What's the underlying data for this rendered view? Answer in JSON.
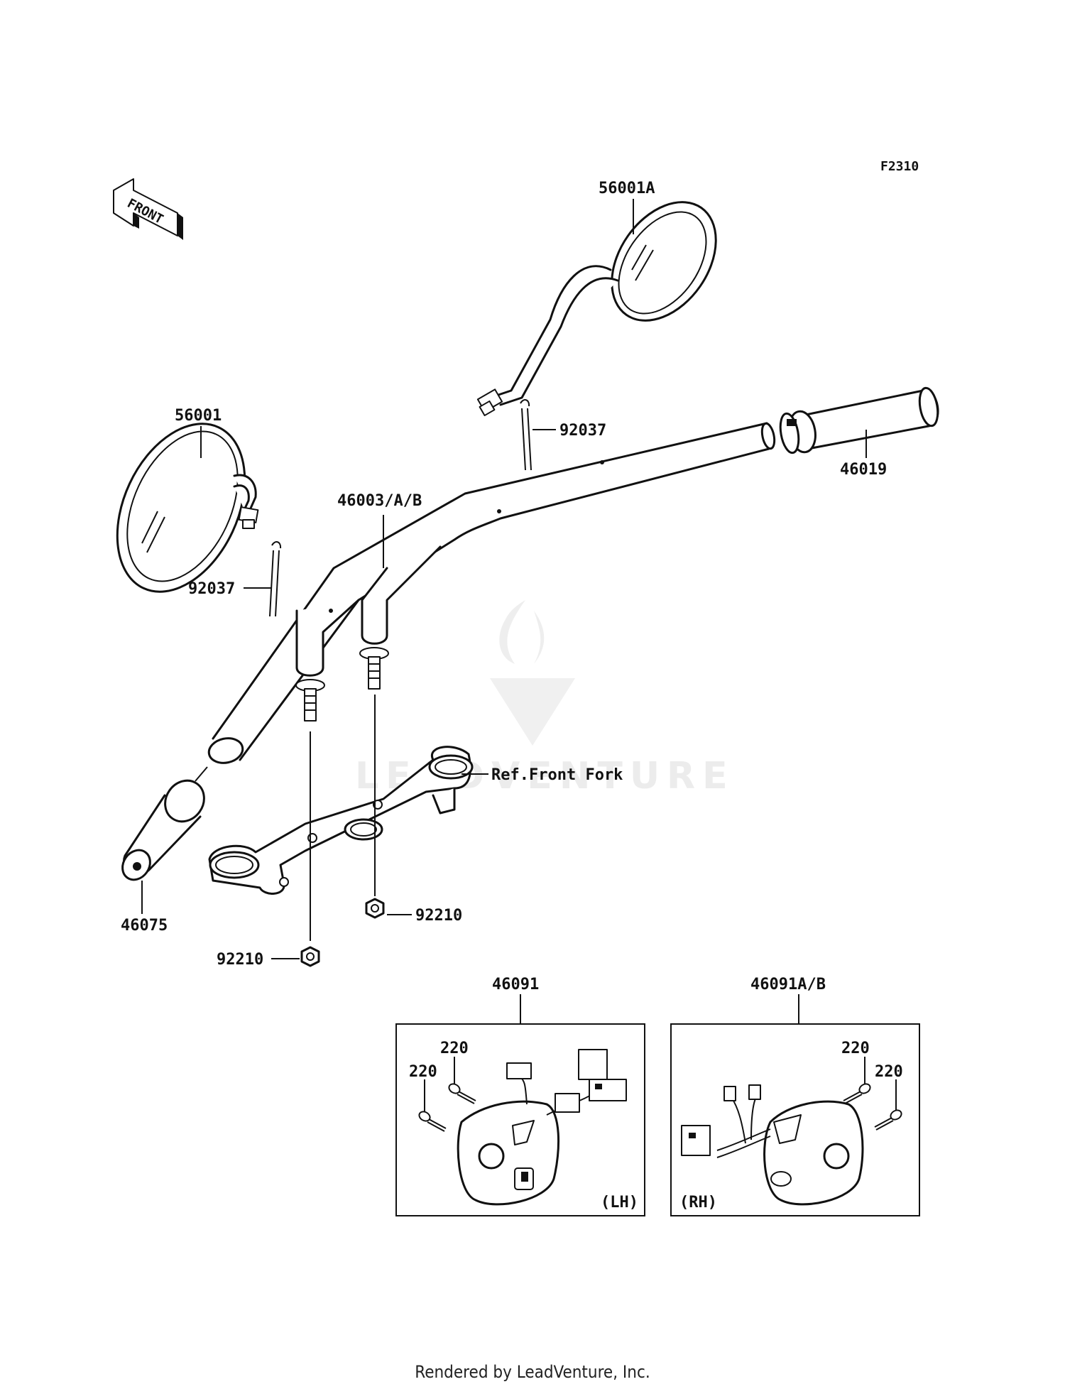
{
  "diagram": {
    "figure_code": "F2310",
    "front_arrow_label": "FRONT",
    "watermark_text": "LEADVENTURE",
    "ref_label": "Ref.Front Fork",
    "part_labels": {
      "mirror_right": "56001A",
      "mirror_left": "56001",
      "clip_right": "92037",
      "clip_left": "92037",
      "handlebar": "46003/A/B",
      "grip_right": "46019",
      "grip_left": "46075",
      "nut_right": "92210",
      "nut_left": "92210",
      "switch_lh": "46091",
      "switch_rh": "46091A/B",
      "screw_lh_1": "220",
      "screw_lh_2": "220",
      "screw_rh_1": "220",
      "screw_rh_2": "220"
    },
    "box_tags": {
      "lh": "(LH)",
      "rh": "(RH)"
    }
  },
  "footer": {
    "rendered_by": "Rendered by LeadVenture, Inc."
  },
  "colors": {
    "line": "#111111",
    "background": "#ffffff",
    "watermark": "#ececec"
  }
}
